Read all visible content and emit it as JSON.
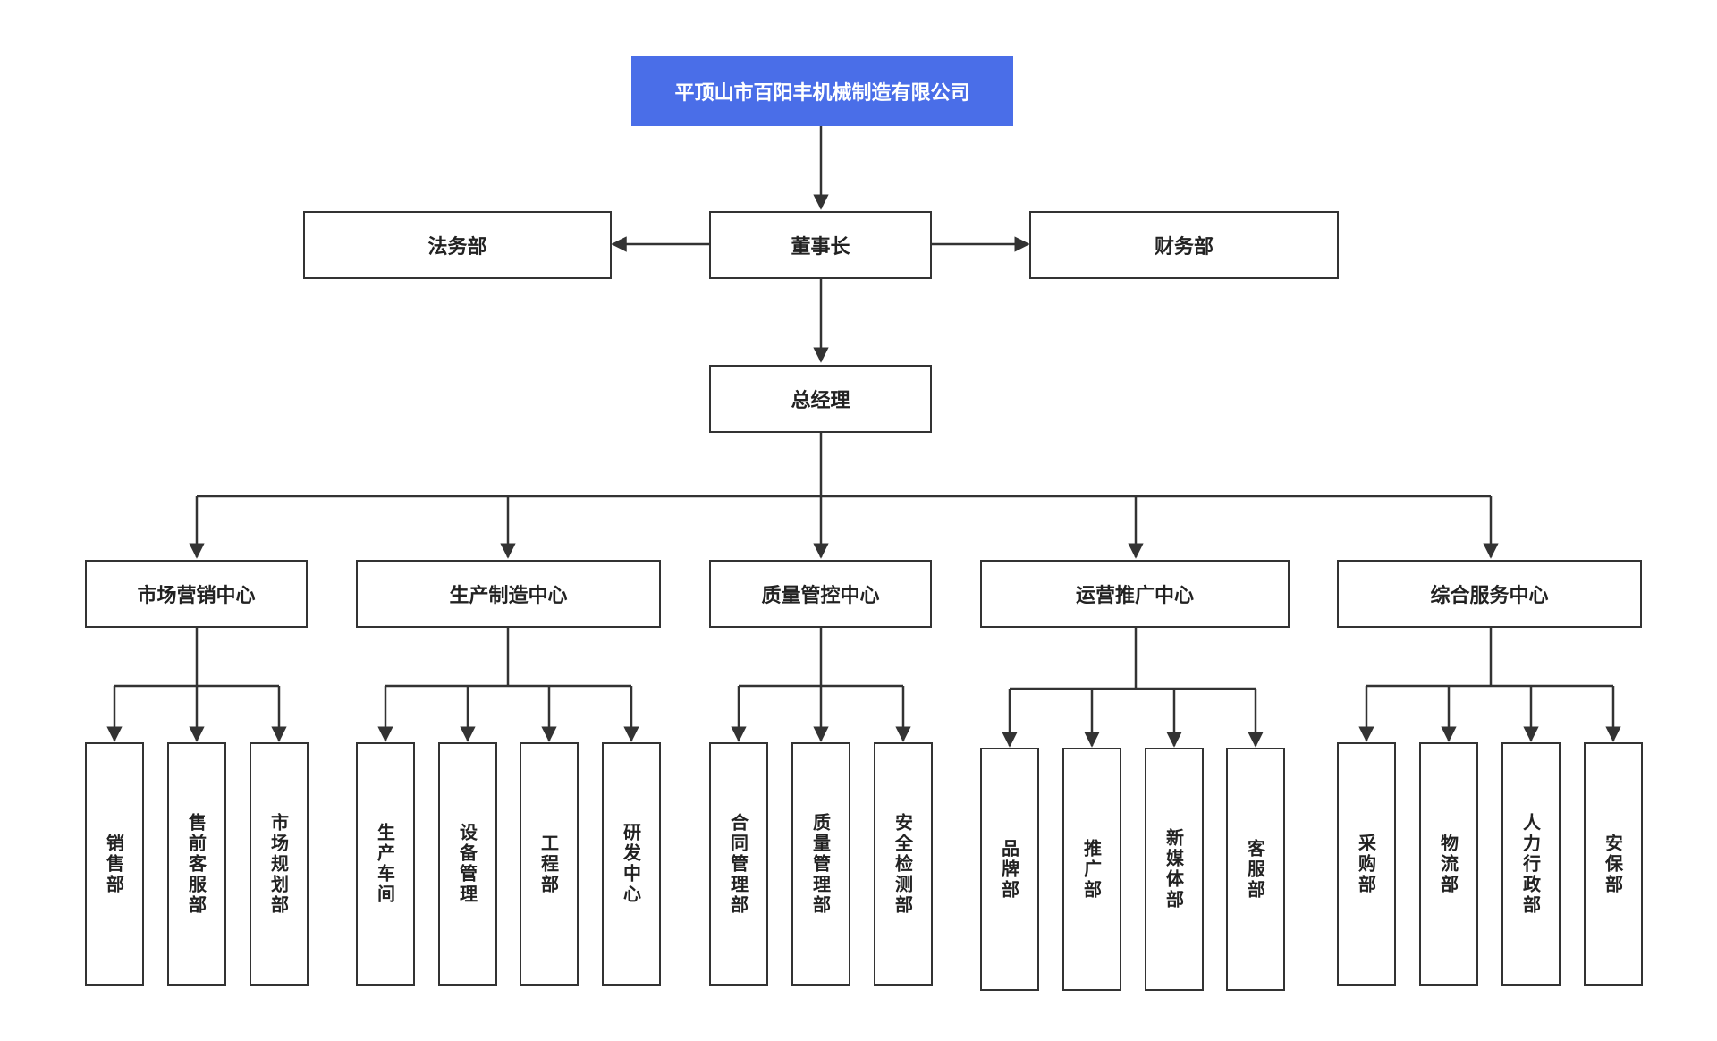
{
  "colors": {
    "root_fill": "#4a6ee8",
    "line": "#333333"
  },
  "org": {
    "root": "平顶山市百阳丰机械制造有限公司",
    "legal": "法务部",
    "chairman": "董事长",
    "finance": "财务部",
    "gm": "总经理",
    "centers": [
      {
        "name": "市场营销中心",
        "depts": [
          "销售部",
          "售前客服部",
          "市场规划部"
        ]
      },
      {
        "name": "生产制造中心",
        "depts": [
          "生产车间",
          "设备管理",
          "工程部",
          "研发中心"
        ]
      },
      {
        "name": "质量管控中心",
        "depts": [
          "合同管理部",
          "质量管理部",
          "安全检测部"
        ]
      },
      {
        "name": "运营推广中心",
        "depts": [
          "品牌部",
          "推广部",
          "新媒体部",
          "客服部"
        ]
      },
      {
        "name": "综合服务中心",
        "depts": [
          "采购部",
          "物流部",
          "人力行政部",
          "安保部"
        ]
      }
    ]
  }
}
